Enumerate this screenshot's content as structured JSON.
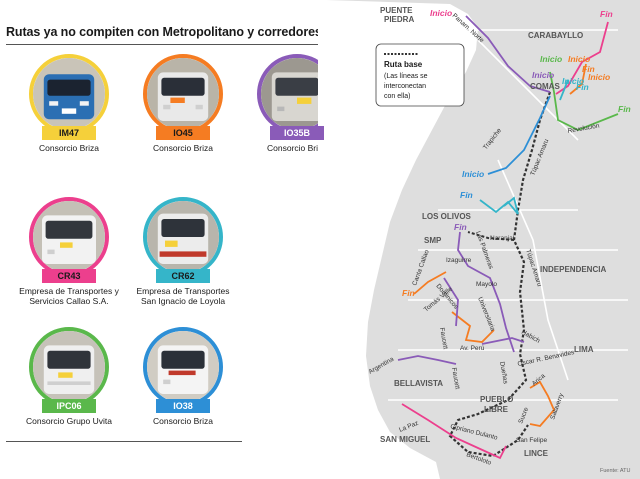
{
  "title": "Rutas ya no compiten con Metropolitano y corredores",
  "colors": {
    "yellow": "#f5d03a",
    "orange": "#f57c22",
    "purple": "#8a5bb8",
    "pink": "#ec3f8d",
    "teal": "#35b5c9",
    "green": "#5ab84b",
    "blue": "#2d8fd6",
    "base": "#333333",
    "land": "#dedede",
    "sea": "#ffffff"
  },
  "routes": [
    {
      "code": "IM47",
      "company": "Consorcio Briza",
      "color": "#f5d03a"
    },
    {
      "code": "IO45",
      "company": "Consorcio Briza",
      "color": "#f57c22"
    },
    {
      "code": "IO35B",
      "company": "Consorcio Briza",
      "color": "#8a5bb8"
    },
    {
      "code": "CR43",
      "company": "Empresa de Transportes y Servicios Callao S.A.",
      "color": "#ec3f8d"
    },
    {
      "code": "CR62",
      "company": "Empresa de Transportes San Ignacio de Loyola",
      "color": "#35b5c9"
    },
    {
      "code": "IPC06",
      "company": "Consorcio Grupo Uvita",
      "color": "#5ab84b"
    },
    {
      "code": "IO38",
      "company": "Consorcio Briza",
      "color": "#2d8fd6"
    }
  ],
  "legend": {
    "title": "Ruta base",
    "body_line1": "(Las líneas se",
    "body_line2": "interconectan",
    "body_line3": "con ella)"
  },
  "map_labels": {
    "puente_piedra_1": "PUENTE",
    "puente_piedra_2": "PIEDRA",
    "carabayllo": "CARABAYLLO",
    "comas": "COMAS",
    "los_olivos": "LOS OLIVOS",
    "smp": "SMP",
    "independencia": "INDEPENDENCIA",
    "lima": "LIMA",
    "bellavista": "BELLAVISTA",
    "pueblo_1": "PUEBLO",
    "pueblo_2": "LIBRE",
    "san_miguel": "SAN MIGUEL",
    "lince": "LINCE"
  },
  "streets": {
    "panam_norte": "Panam. Norte",
    "trapiche": "Trapiche",
    "revolucion": "Revolución",
    "tupac_1": "Túpac Amaru",
    "tupac_2": "Túpac Amaru",
    "naranjal": "Naranjal",
    "las_palmeras": "Las Palmeras",
    "canta_callao": "Canta Callao",
    "izaguirre": "Izaguirre",
    "mayolo": "Mayolo",
    "dominicos": "Dominicos",
    "universitaria": "Universitaria",
    "tomas_valle": "Tomás Valle",
    "habich": "Habich",
    "faucett_1": "Faucett",
    "faucett_2": "Faucett",
    "av_peru": "Av. Perú",
    "duenas": "Dueñas",
    "oscar_benavides": "Oscar R. Benavides",
    "argentina": "Argentina",
    "arica": "Arica",
    "salaverry": "Salaverry",
    "sucre": "Sucre",
    "la_paz": "La Paz",
    "cipriano_dulanto": "Cipriano Dulanto",
    "san_felipe": "San Felipe",
    "bertoloto": "Bertoloto"
  },
  "markers": {
    "inicio": "Inicio",
    "fin": "Fin"
  },
  "source": "Fuente: ATU"
}
